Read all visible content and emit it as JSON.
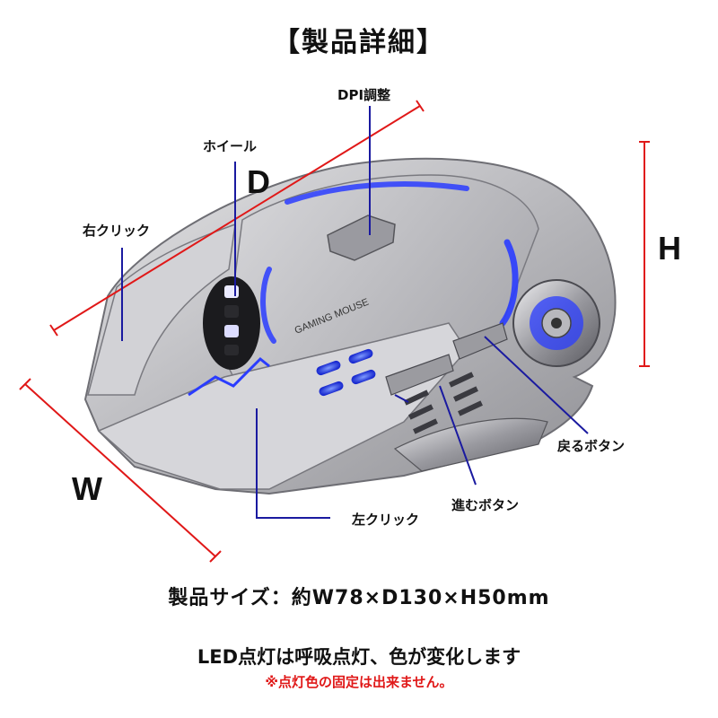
{
  "title": "【製品詳細】",
  "labels": {
    "dpi": "DPI調整",
    "wheel": "ホイール",
    "right_click": "右クリック",
    "back": "戻るボタン",
    "forward": "進むボタン",
    "left_click": "左クリック",
    "mouse_text": "GAMING MOUSE"
  },
  "dims": {
    "d": "D",
    "h": "H",
    "w": "W"
  },
  "size_text": "製品サイズ：約W78×D130×H50mm",
  "led_text": "LED点灯は呼吸点灯、色が変化します",
  "note_text": "※点灯色の固定は出来ません。",
  "colors": {
    "dimension_line": "#e01818",
    "callout_line": "#1a1aa0",
    "led": "#2233ff",
    "body": "#c9c9cc",
    "note": "#e01818"
  }
}
